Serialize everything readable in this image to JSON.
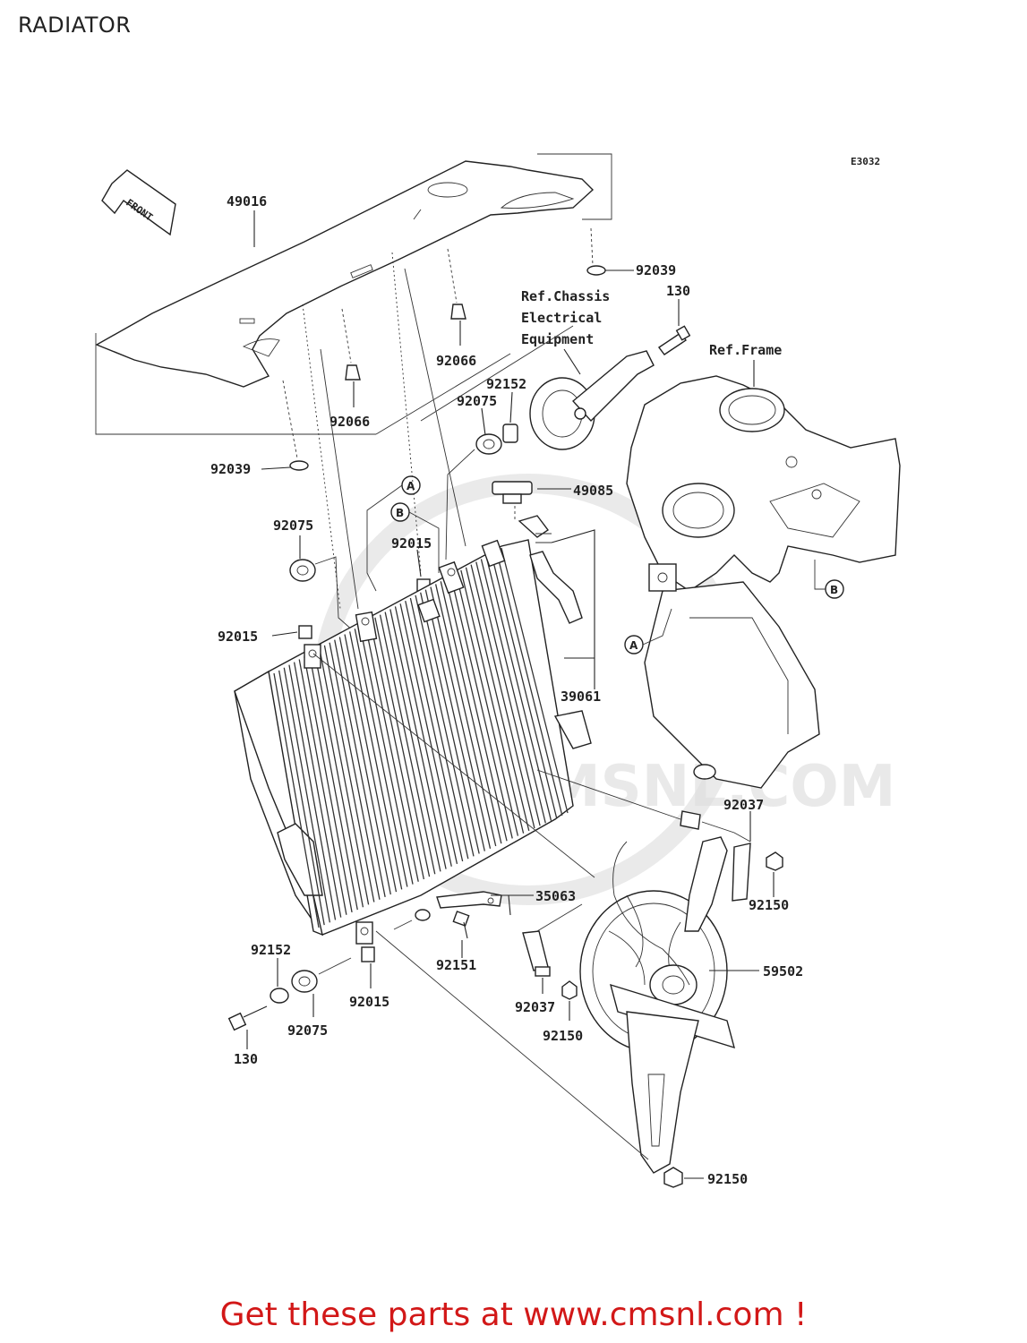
{
  "title": "RADIATOR",
  "diagram_code": "E3032",
  "front_label": "FRONT",
  "refs": {
    "chassis": [
      "Ref.Chassis",
      "Electrical",
      "Equipment"
    ],
    "frame": "Ref.Frame"
  },
  "markers": {
    "a": "A",
    "b": "B"
  },
  "parts": {
    "p49016": "49016",
    "p92039_top": "92039",
    "p130_top": "130",
    "p92066_right": "92066",
    "p92066_left": "92066",
    "p92152_top": "92152",
    "p92075_top": "92075",
    "p92039_left": "92039",
    "p49085": "49085",
    "p92075_left": "92075",
    "p92015_mid": "92015",
    "p92015_left": "92015",
    "p39061": "39061",
    "p92037_right": "92037",
    "p92150_right": "92150",
    "p35063": "35063",
    "p59502": "59502",
    "p92152_bottom": "92152",
    "p92151": "92151",
    "p92037_bottom": "92037",
    "p92015_bottom": "92015",
    "p92150_bottom": "92150",
    "p92075_bottom": "92075",
    "p130_bottom": "130",
    "p92150_lowest": "92150"
  },
  "watermark_text": "CMSNL.COM",
  "cta": "Get these parts at www.cmsnl.com !"
}
